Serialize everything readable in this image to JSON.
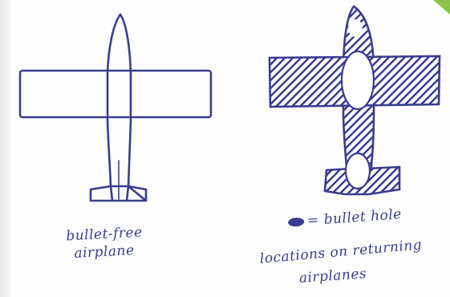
{
  "labels": {
    "left_line1": "bullet-free",
    "left_line2": "airplane",
    "right_line1": "= bullet hole",
    "right_line2": "locations on returning",
    "right_line3": "airplanes"
  },
  "colors": {
    "ink": "#3a3d8f",
    "paper": "#fdfdfd",
    "accent": "#8bc34a"
  },
  "icons": {
    "bullet_hole_marker": "filled-blob"
  }
}
